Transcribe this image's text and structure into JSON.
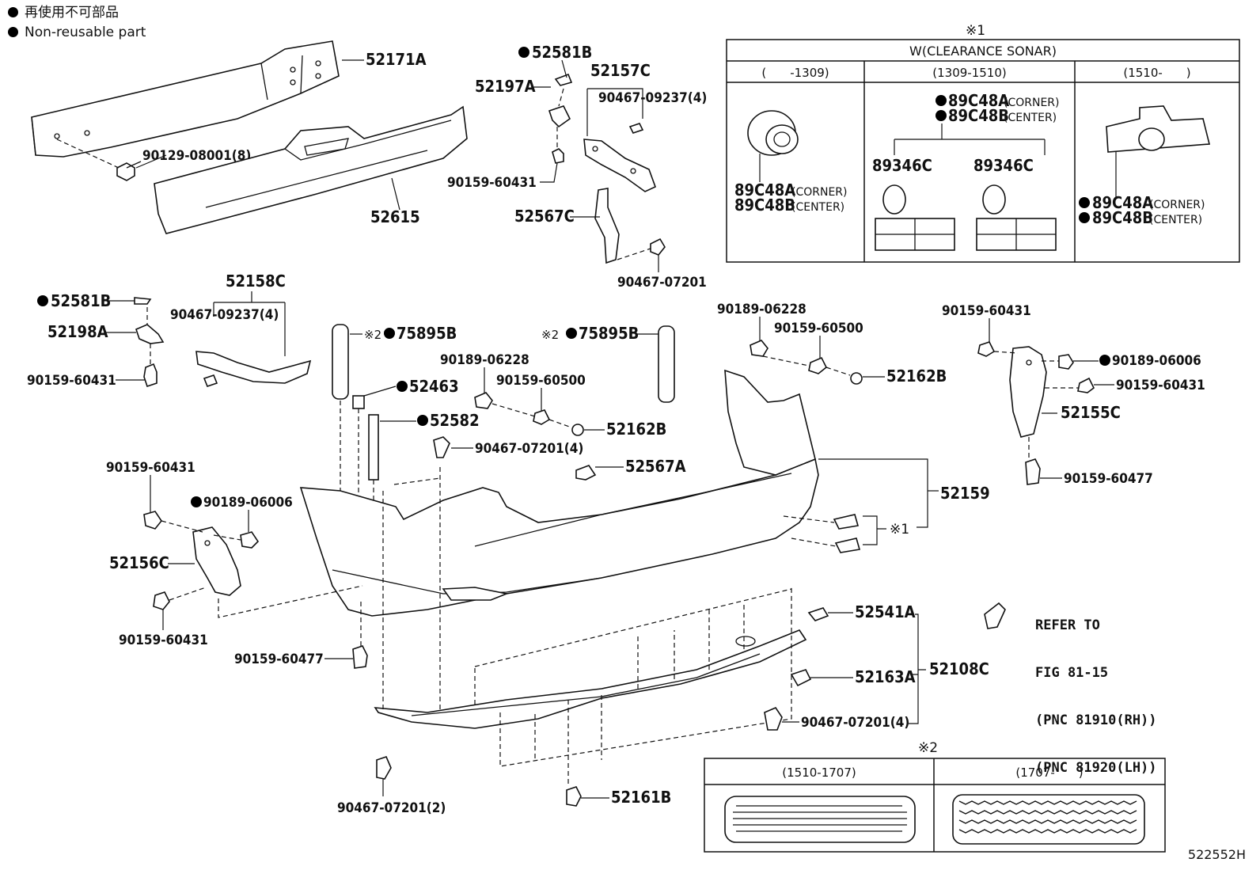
{
  "legend": {
    "japanese": "再使用不可部品",
    "english": "Non-reusable part"
  },
  "labels": {
    "p52171A": "52171A",
    "p90129": "90129-08001(8)",
    "p52615": "52615",
    "p52581B_top": "52581B",
    "p52197A": "52197A",
    "p52157C": "52157C",
    "p90467_09237_top": "90467-09237(4)",
    "p90159_60431_top": "90159-60431",
    "p52567C": "52567C",
    "p90467_07201_top": "90467-07201",
    "p52158C": "52158C",
    "p52581B_left": "52581B",
    "p90467_09237_left": "90467-09237(4)",
    "p52198A": "52198A",
    "p90159_60431_left": "90159-60431",
    "p75895B_left": "75895B",
    "p52463": "52463",
    "p52582": "52582",
    "p90189_06228_mid": "90189-06228",
    "p90159_60500_mid": "90159-60500",
    "p52162B_mid": "52162B",
    "p90467_07201_4": "90467-07201(4)",
    "p52567A": "52567A",
    "p75895B_mid": "75895B",
    "p90189_06228_right": "90189-06228",
    "p90159_60500_right": "90159-60500",
    "p52162B_right": "52162B",
    "p90159_60431_rtop": "90159-60431",
    "p90189_06006_right": "90189-06006",
    "p90159_60431_rmid": "90159-60431",
    "p52155C": "52155C",
    "p90159_60477_right": "90159-60477",
    "p52159": "52159",
    "ref1": "※1",
    "p90159_60431_lbot": "90159-60431",
    "p90189_06006_left": "90189-06006",
    "p52156C": "52156C",
    "p90159_60431_lbot2": "90159-60431",
    "p90159_60477_bot": "90159-60477",
    "p52541A": "52541A",
    "p52108C": "52108C",
    "p52163A": "52163A",
    "p90467_07201_4b": "90467-07201(4)",
    "p90467_07201_2": "90467-07201(2)",
    "p52161B": "52161B",
    "note2": "※2"
  },
  "sonar_table": {
    "marker": "※1",
    "title": "W(CLEARANCE SONAR)",
    "columns": [
      "(　　-1309)",
      "(1309-1510)",
      "(1510-　　)"
    ],
    "col1": {
      "a": "89C48A",
      "a_note": "(CORNER)",
      "b": "89C48B",
      "b_note": "(CENTER)"
    },
    "col2": {
      "a": "89C48A",
      "a_note": "(CORNER)",
      "b": "89C48B",
      "b_note": "(CENTER)",
      "c1": "89346C",
      "c2": "89346C"
    },
    "col3": {
      "a": "89C48A",
      "a_note": "(CORNER)",
      "b": "89C48B",
      "b_note": "(CENTER)"
    }
  },
  "reflector_table": {
    "marker": "※2",
    "columns": [
      "(1510-1707)",
      "(1707-　　)"
    ]
  },
  "refer": {
    "line1": "REFER TO",
    "line2": "FIG 81-15",
    "line3": "(PNC 81910(RH))",
    "line4": "(PNC 81920(LH))"
  },
  "diagram_code": "522552H"
}
